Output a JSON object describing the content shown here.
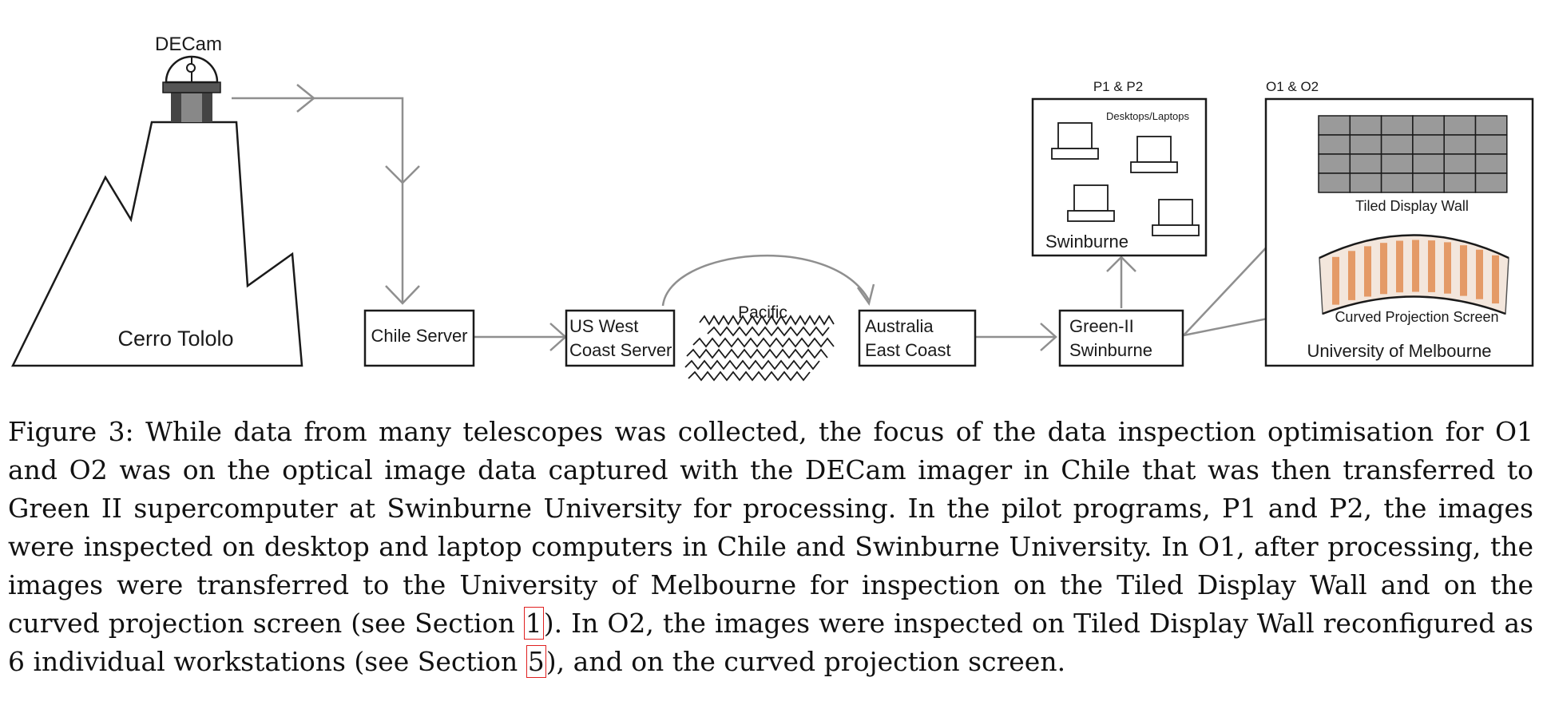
{
  "diagram": {
    "telescope_label": "DECam",
    "mountain_label": "Cerro Tololo",
    "chile_server": "Chile Server",
    "us_west_line1": "US West",
    "us_west_line2": "Coast Server",
    "pacific_label": "Pacific",
    "australia_line1": "Australia",
    "australia_line2": "East Coast",
    "green_line1": "Green-II",
    "green_line2": "Swinburne",
    "p_box_title": "P1 & P2",
    "p_box_subtitle": "Desktops/Laptops",
    "p_box_label": "Swinburne",
    "o_box_title": "O1 & O2",
    "tdw_label": "Tiled Display Wall",
    "curved_label": "Curved Projection Screen",
    "o_box_label": "University of Melbourne"
  },
  "caption": {
    "part1": "Figure 3: While data from many telescopes was collected, the focus of the data inspection optimisation for O1 and O2 was on the optical image data captured with the DECam imager in Chile that was then transferred to Green II supercomputer at Swinburne University for processing. In the pilot programs, P1 and P2, the images were inspected on desktop and laptop computers in Chile and Swinburne University. In O1, after processing, the images were transferred to the University of Melbourne for inspection on the Tiled Display Wall and on the curved projection screen (see Section ",
    "ref1": "1",
    "part2": ").  In O2, the images were inspected on Tiled Display Wall reconfigured as 6 individual workstations (see Section ",
    "ref2": "5",
    "part3": "), and on the curved projection screen."
  },
  "colors": {
    "arrow": "#8f8f8f",
    "ink": "#1a1a1a",
    "ref_box": "#e02020"
  }
}
